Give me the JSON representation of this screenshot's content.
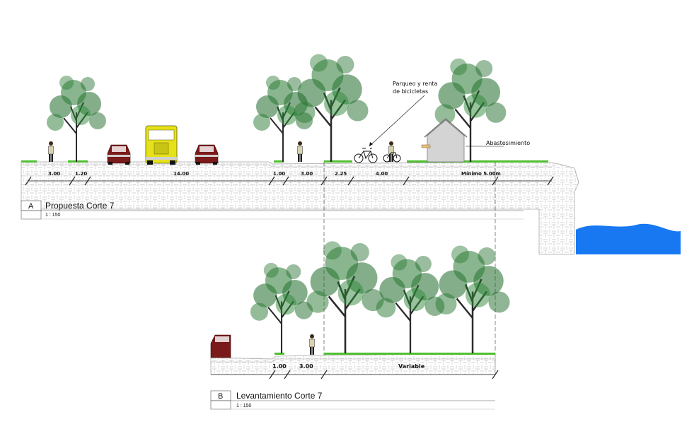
{
  "section_a": {
    "letter": "A",
    "title": "Propuesta Corte 7",
    "scale": "1 : 150",
    "dimensions": [
      "3.00",
      "1.20",
      "14.00",
      "1.00",
      "3.00",
      "2.25",
      "4.00",
      "Mínimo 5.00m"
    ],
    "annotations": {
      "bike_parking_line1": "Parqueo y renta",
      "bike_parking_line2": "de bicicletas",
      "supply": "Abastesimiento"
    }
  },
  "section_b": {
    "letter": "B",
    "title": "Levantamiento Corte 7",
    "scale": "1 : 150",
    "dimensions": [
      "1.00",
      "3.00",
      "Variable"
    ]
  },
  "colors": {
    "ground_outline": "#a9a9a9",
    "pavers": "#cfcfcf",
    "grass": "#4fbf2f",
    "tree_foliage": "#1f6b2a",
    "tree_trunk": "#2b2b2b",
    "water": "#1778f2",
    "truck": "#e6e21a",
    "car": "#7a1a1a"
  },
  "icons": [
    "tree-icon",
    "person-icon",
    "car-icon",
    "truck-icon",
    "bicycle-icon",
    "kiosk-icon",
    "water-icon"
  ]
}
